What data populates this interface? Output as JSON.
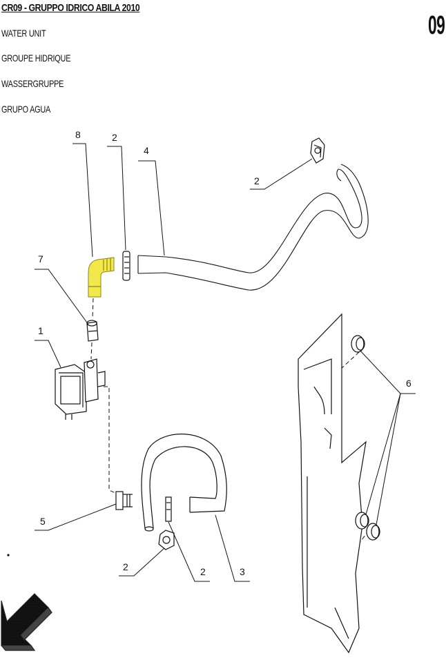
{
  "header": {
    "title": "CR09 - GRUPPO IDRICO ABILA 2010",
    "languages": [
      "WATER UNIT",
      "GROUPE HIDRIQUE",
      "WASSERGRUPPE",
      "GRUPO AGUA"
    ],
    "page_number": "09"
  },
  "callouts": {
    "c8": "8",
    "c2a": "2",
    "c4": "4",
    "c2b": "2",
    "c7": "7",
    "c1": "1",
    "c6": "6",
    "c5": "5",
    "c2c": "2",
    "c2d": "2",
    "c3": "3"
  },
  "colors": {
    "highlight_part": "#f3e84a",
    "line": "#111111"
  }
}
